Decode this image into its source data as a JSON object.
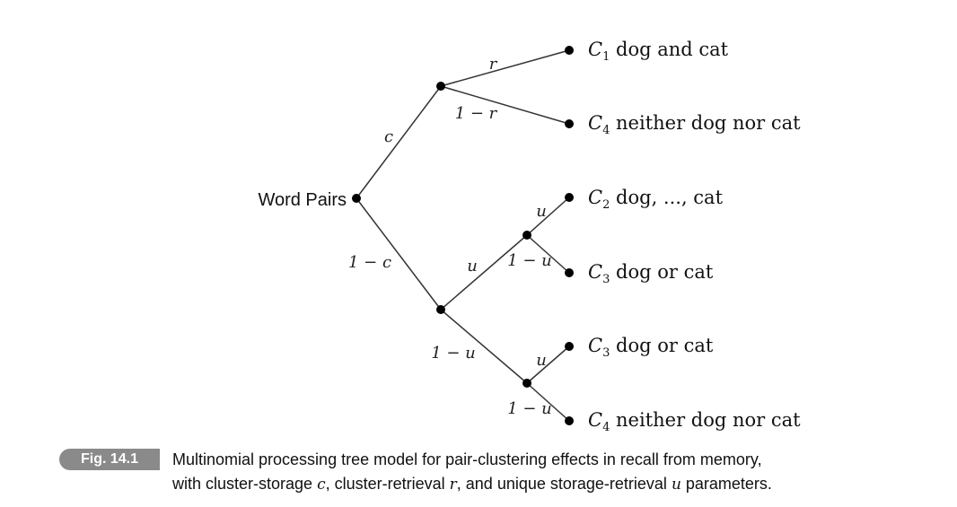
{
  "diagram": {
    "root": "Word Pairs",
    "params": {
      "c": "c",
      "one_minus_c": "1 − c",
      "r": "r",
      "one_minus_r": "1 − r",
      "u": "u",
      "one_minus_u": "1 − u"
    },
    "leaves": [
      {
        "cat": "C",
        "sub": "1",
        "text": " dog and cat"
      },
      {
        "cat": "C",
        "sub": "4",
        "text": " neither dog nor cat"
      },
      {
        "cat": "C",
        "sub": "2",
        "text": " dog, ..., cat"
      },
      {
        "cat": "C",
        "sub": "3",
        "text": " dog or cat"
      },
      {
        "cat": "C",
        "sub": "3",
        "text": " dog or cat"
      },
      {
        "cat": "C",
        "sub": "4",
        "text": " neither dog nor cat"
      }
    ]
  },
  "caption": {
    "badge": "Fig. 14.1",
    "line1": "Multinomial processing tree model for pair-clustering effects in recall from memory,",
    "line2_a": "with cluster-storage ",
    "c": "c",
    "line2_b": ", cluster-retrieval ",
    "r": "r",
    "line2_c": ", and unique storage-retrieval ",
    "u": "u",
    "line2_d": " parameters."
  }
}
